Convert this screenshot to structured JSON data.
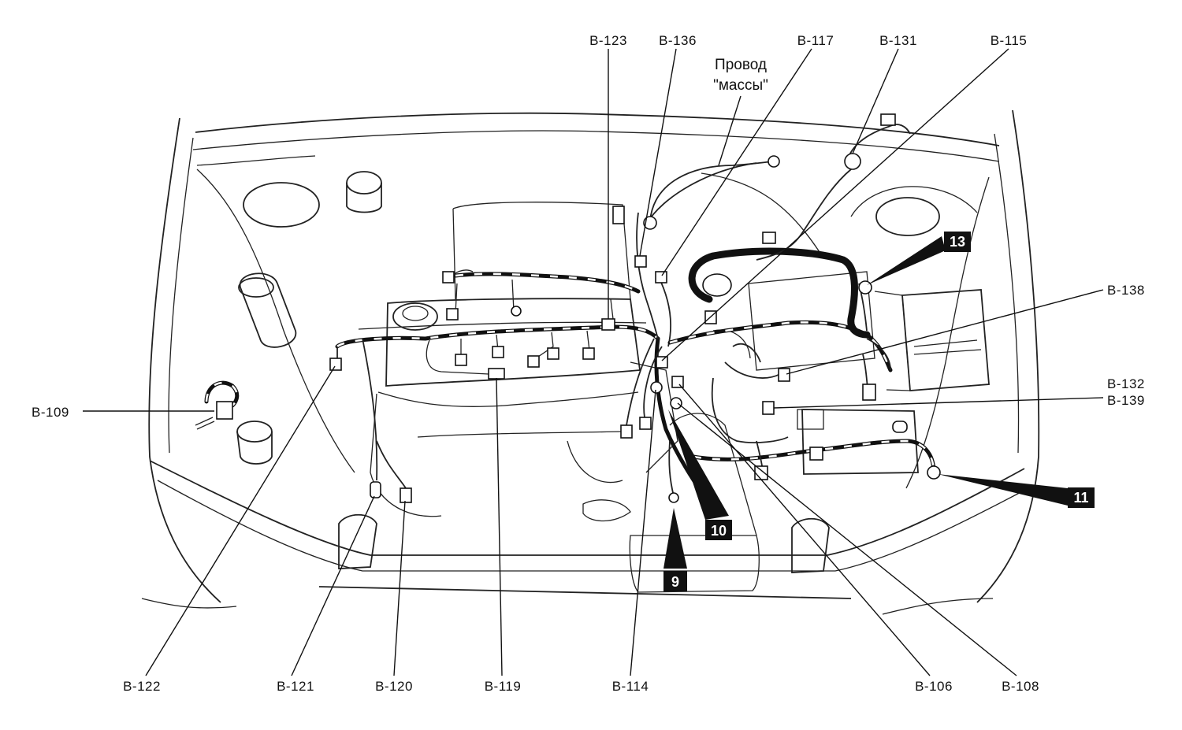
{
  "labels": {
    "b123": "B-123",
    "b136": "B-136",
    "b117": "B-117",
    "b131": "B-131",
    "b115": "B-115",
    "ground_line1": "Провод",
    "ground_line2": "\"массы\"",
    "b138": "B-138",
    "b132": "B-132",
    "b139": "B-139",
    "b109": "B-109",
    "b122": "B-122",
    "b121": "B-121",
    "b120": "B-120",
    "b119": "B-119",
    "b114": "B-114",
    "b106": "B-106",
    "b108": "B-108"
  },
  "ground_points": {
    "n9": "9",
    "n10": "10",
    "n11": "11",
    "n13": "13"
  },
  "colors": {
    "ink": "#111111",
    "paper": "#ffffff"
  }
}
